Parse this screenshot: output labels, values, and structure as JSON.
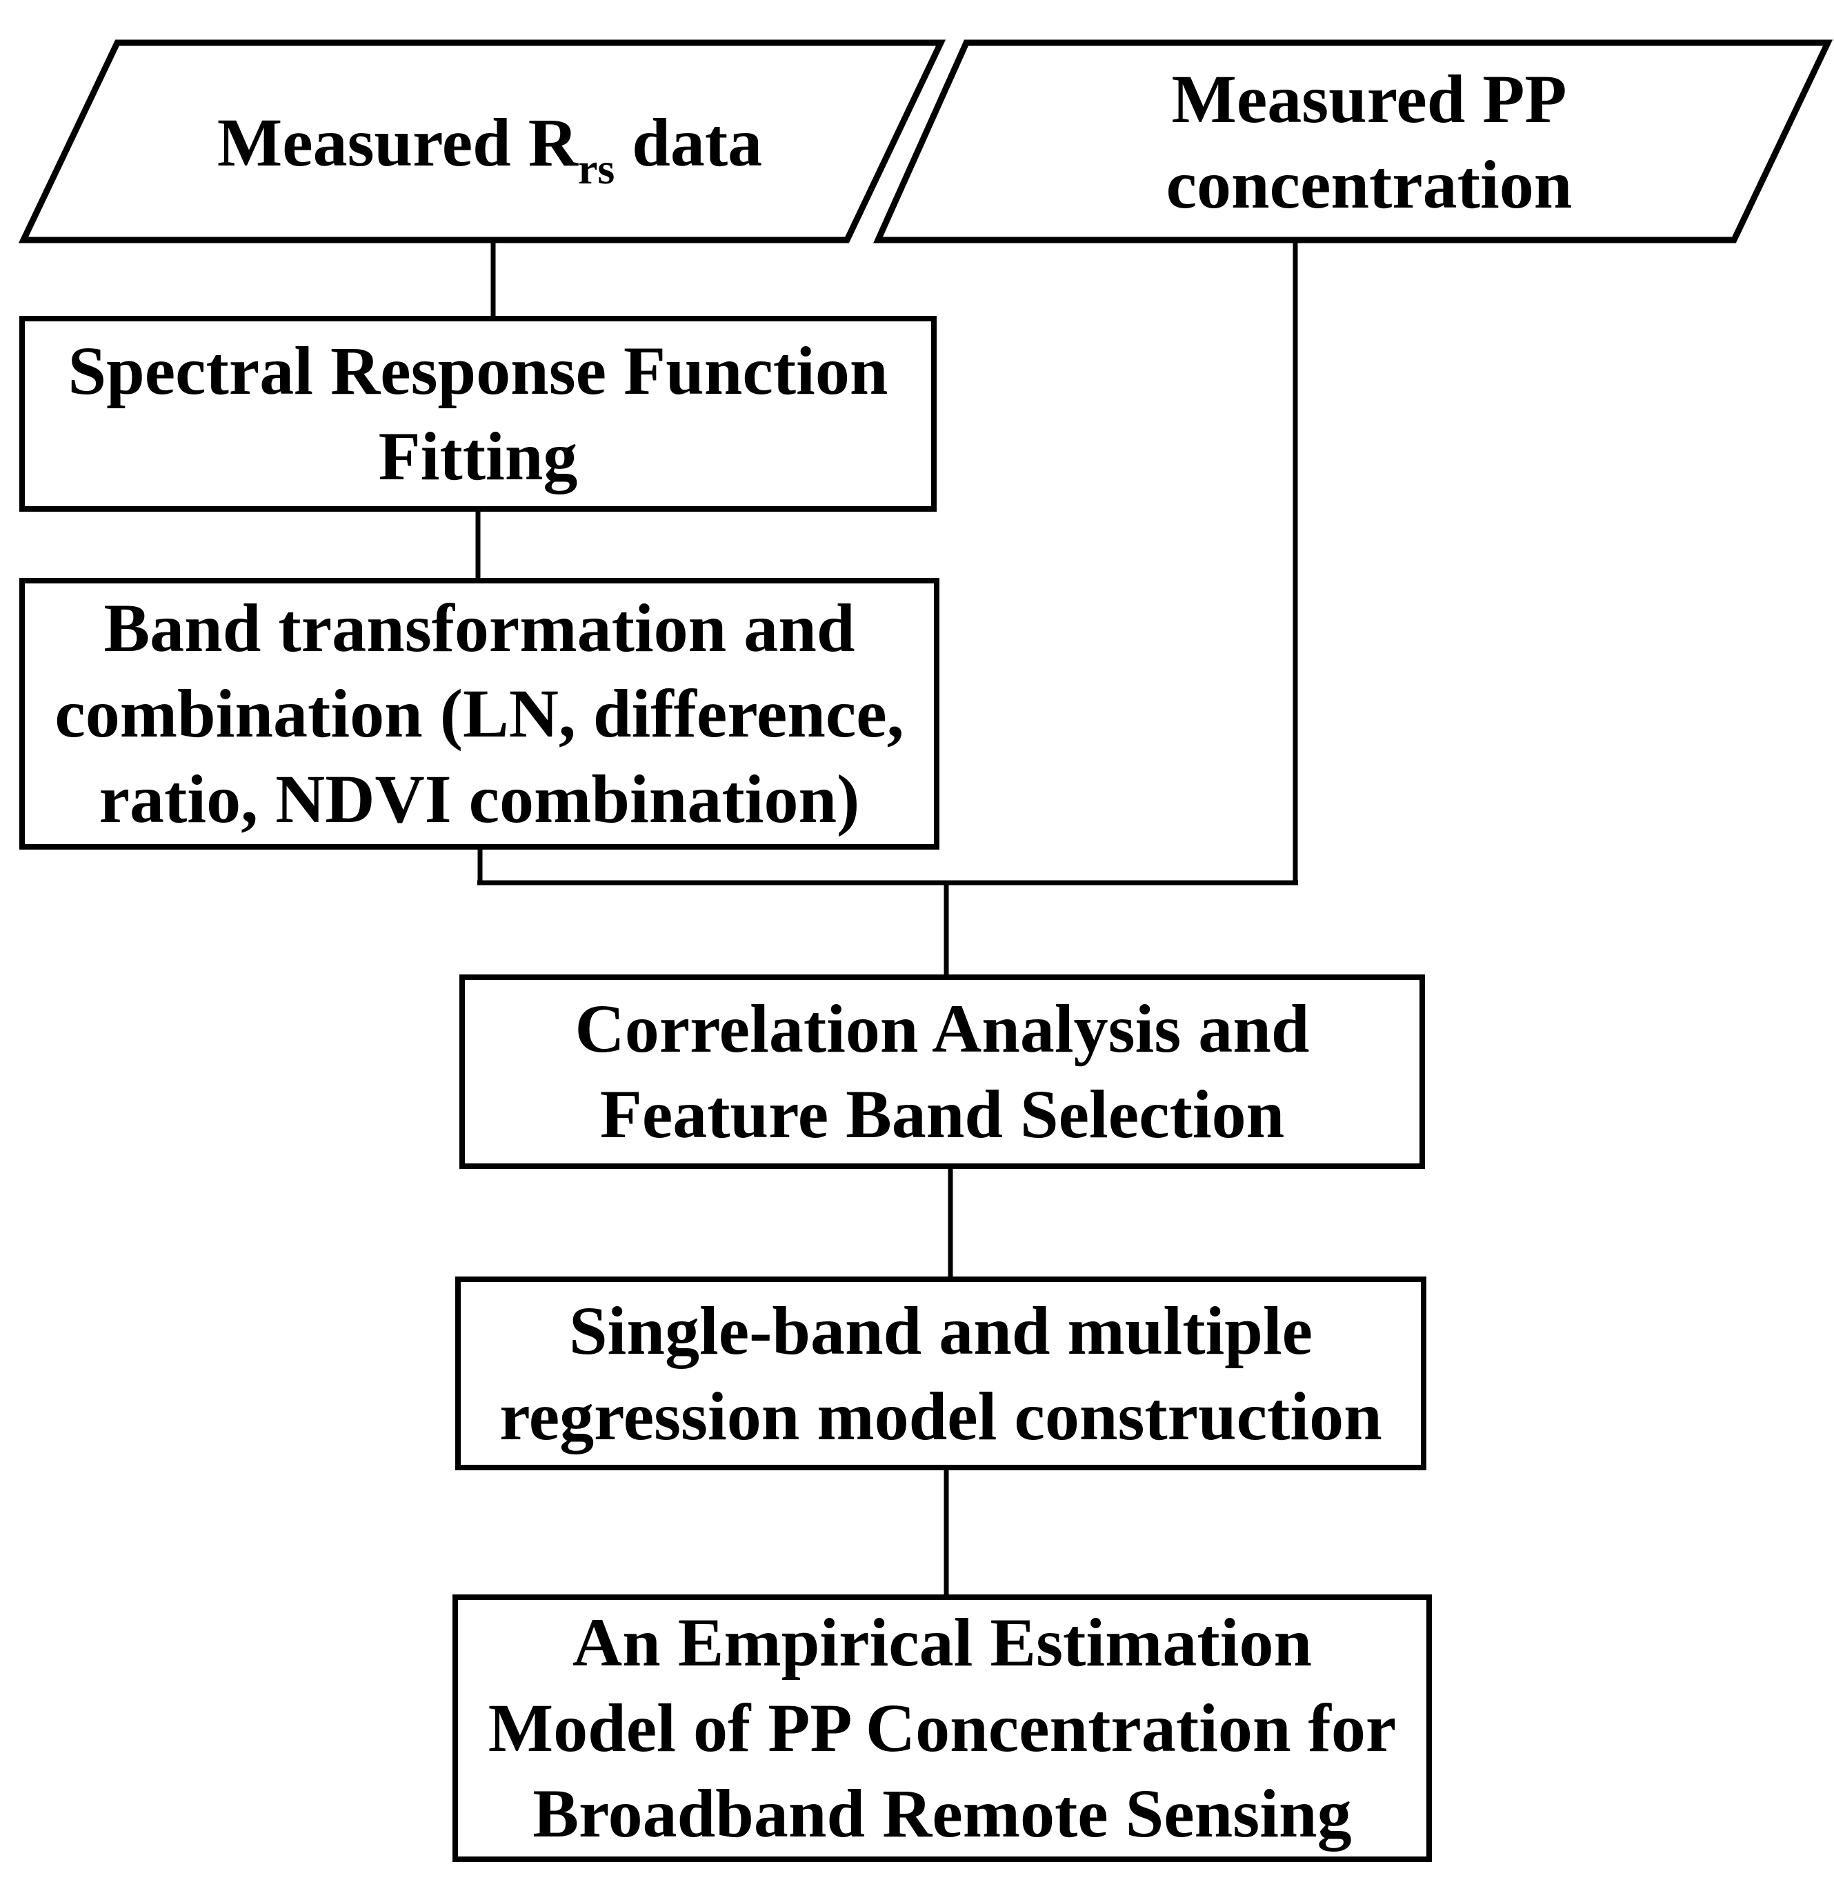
{
  "page": {
    "background_color": "#ffffff",
    "line_color": "#000000",
    "text_color": "#000000"
  },
  "flowchart": {
    "inputs": {
      "rrs": {
        "label_prefix": "Measured R",
        "label_subscript": "rs",
        "label_suffix": " data"
      },
      "pp": {
        "lines": [
          "Measured PP",
          "concentration"
        ]
      }
    },
    "steps": {
      "spectral": {
        "lines": [
          "Spectral Response Function",
          "Fitting"
        ]
      },
      "band": {
        "lines": [
          "Band transformation and",
          "combination (LN, difference,",
          "ratio, NDVI combination)"
        ]
      },
      "correlation": {
        "lines": [
          "Correlation Analysis and",
          "Feature Band Selection"
        ]
      },
      "regression": {
        "lines": [
          "Single-band and multiple",
          "regression model construction"
        ]
      },
      "final": {
        "lines": [
          "An Empirical Estimation",
          "Model of PP Concentration for",
          "Broadband Remote Sensing"
        ]
      }
    }
  }
}
